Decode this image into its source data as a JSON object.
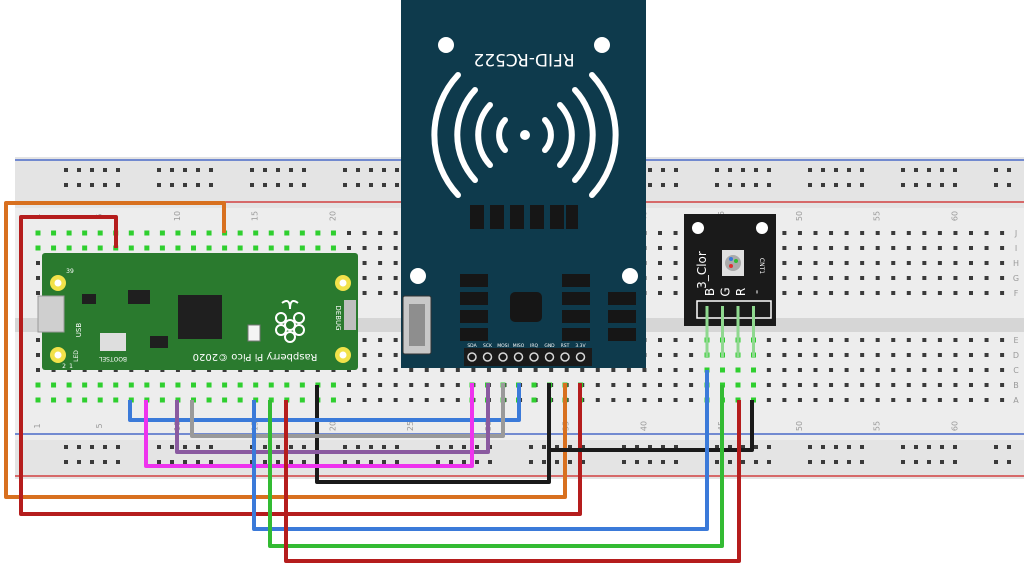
{
  "pico": {
    "brand_text": "Raspberry Pi Pico ©2020",
    "debug_label": "DEBUG",
    "usb_label": "USB",
    "led_label": "LED",
    "bootsel_label": "BOOTSEL",
    "pin_number_top": "39",
    "pin_number_bottom_left": "1",
    "pin_number_bottom_right": "2"
  },
  "rfid": {
    "title": "RFID-RC522",
    "pin_labels": [
      "SDA",
      "SCK",
      "MOSI",
      "MISO",
      "IRQ",
      "GND",
      "RST",
      "3.3V"
    ]
  },
  "rgb_module": {
    "side_label": "3_Clor",
    "cnt_label": "CNT1",
    "pin_labels": [
      "B",
      "G",
      "R",
      "-"
    ]
  },
  "breadboard": {
    "column_numbers_top": [
      "1",
      "5",
      "10",
      "15",
      "20",
      "25",
      "30",
      "35",
      "40",
      "45",
      "50",
      "55",
      "60"
    ],
    "row_letters_right": [
      "J",
      "I",
      "H",
      "G",
      "F",
      "E",
      "D",
      "C",
      "B",
      "A"
    ]
  },
  "wire_colors": {
    "orange": "#d8701f",
    "red": "#b51d1d",
    "blue": "#3b7ad9",
    "green": "#33bb33",
    "black": "#1a1a1a",
    "magenta": "#ee33ee",
    "purple": "#8a5aa0",
    "grey": "#9a9a9a",
    "board_teal": "#0e3a4c",
    "pico_green": "#2a7a2e"
  }
}
